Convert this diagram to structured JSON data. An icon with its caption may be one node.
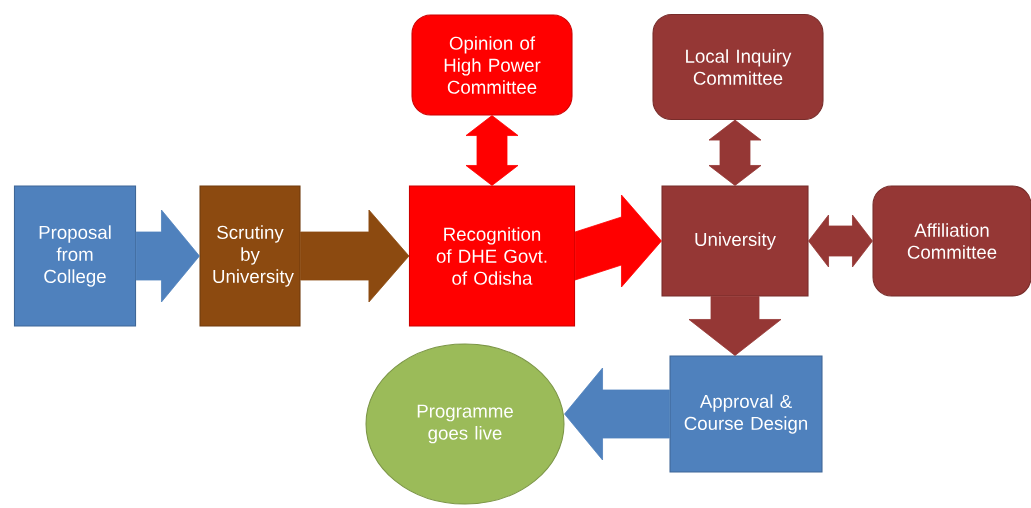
{
  "diagram": {
    "nodes": [
      {
        "text": [
          "Proposal from College"
        ]
      },
      {
        "text": [
          "Scrutiny by University"
        ]
      },
      {
        "text": [
          "Recognition of DHE Govt. of Odisha"
        ]
      },
      {
        "text": [
          "Opinion of High Power Committee"
        ]
      },
      {
        "text": [
          "University"
        ]
      },
      {
        "text": [
          "Local Inquiry Committee"
        ]
      },
      {
        "text": [
          "Affiliation Committee"
        ]
      },
      {
        "text": [
          "Approval & Course Design"
        ]
      },
      {
        "text": [
          "Programme goes live"
        ]
      }
    ],
    "edges": [
      {
        "from": 0,
        "to": 1,
        "arrow": "to",
        "color": "#4f81bd"
      },
      {
        "from": 1,
        "to": 2,
        "arrow": "to",
        "color": "#8c4a10"
      },
      {
        "from": 2,
        "to": 3,
        "arrow": "both",
        "color": "#ff0000"
      },
      {
        "from": 2,
        "to": 4,
        "arrow": "to",
        "color": "#ff0000"
      },
      {
        "from": 4,
        "to": 5,
        "arrow": "both",
        "color": "#953735"
      },
      {
        "from": 4,
        "to": 6,
        "arrow": "both",
        "color": "#953735"
      },
      {
        "from": 4,
        "to": 7,
        "arrow": "to",
        "color": "#953735"
      },
      {
        "from": 7,
        "to": 8,
        "arrow": "to",
        "color": "#4f81bd"
      }
    ]
  }
}
